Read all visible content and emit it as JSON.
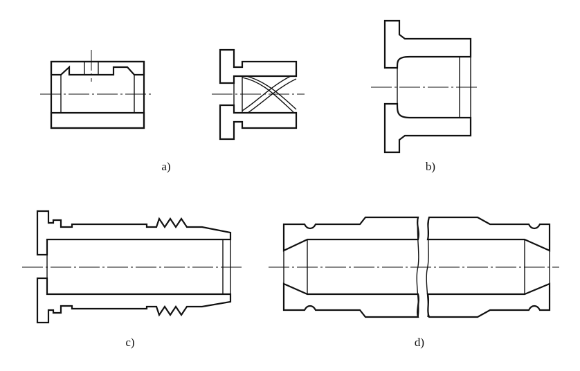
{
  "figure": {
    "parts": [
      {
        "id": "a",
        "label": "a)"
      },
      {
        "id": "b",
        "label": "b)"
      },
      {
        "id": "c",
        "label": "c)"
      },
      {
        "id": "d",
        "label": "d)"
      }
    ]
  },
  "colors": {
    "line": "#111111",
    "background": "#ffffff"
  }
}
